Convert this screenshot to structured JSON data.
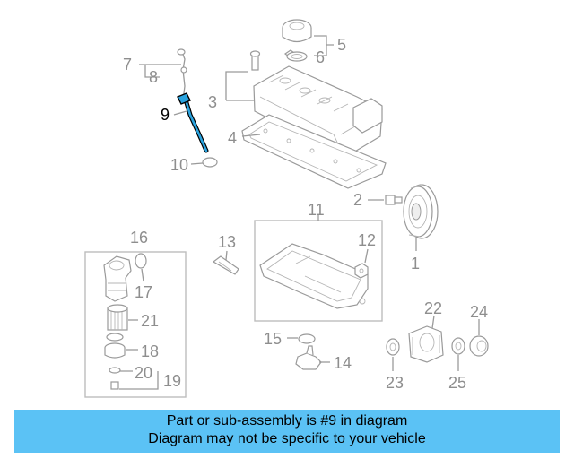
{
  "callouts": [
    {
      "id": "1",
      "text": "1"
    },
    {
      "id": "2",
      "text": "2"
    },
    {
      "id": "3",
      "text": "3"
    },
    {
      "id": "4",
      "text": "4"
    },
    {
      "id": "5",
      "text": "5"
    },
    {
      "id": "6",
      "text": "6"
    },
    {
      "id": "7",
      "text": "7"
    },
    {
      "id": "8",
      "text": "8"
    },
    {
      "id": "9",
      "text": "9"
    },
    {
      "id": "10",
      "text": "10"
    },
    {
      "id": "11",
      "text": "11"
    },
    {
      "id": "12",
      "text": "12"
    },
    {
      "id": "13",
      "text": "13"
    },
    {
      "id": "14",
      "text": "14"
    },
    {
      "id": "15",
      "text": "15"
    },
    {
      "id": "16",
      "text": "16"
    },
    {
      "id": "17",
      "text": "17"
    },
    {
      "id": "18",
      "text": "18"
    },
    {
      "id": "19",
      "text": "19"
    },
    {
      "id": "20",
      "text": "20"
    },
    {
      "id": "21",
      "text": "21"
    },
    {
      "id": "22",
      "text": "22"
    },
    {
      "id": "23",
      "text": "23"
    },
    {
      "id": "24",
      "text": "24"
    },
    {
      "id": "25",
      "text": "25"
    }
  ],
  "highlighted_part": "9",
  "banner": {
    "line1": "Part or sub-assembly is #9 in diagram",
    "line2": "Diagram may not be specific to your vehicle"
  },
  "colors": {
    "banner": "#5bc2f5",
    "highlight_part": "#2aa3df",
    "lines": "#9a9a9a"
  }
}
